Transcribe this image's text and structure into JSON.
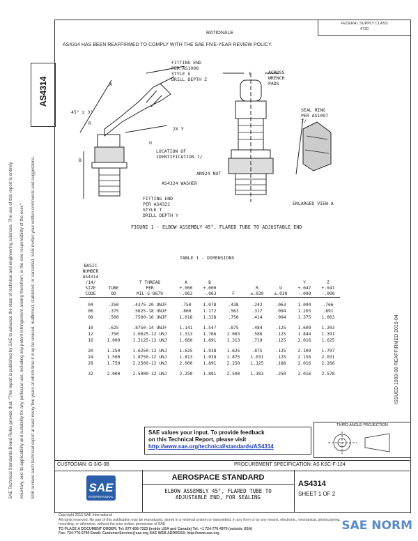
{
  "document": {
    "id": "AS4314",
    "top_note": [
      "FEDERAL SUPPLY CLASS",
      "4730"
    ],
    "rationale_heading": "RATIONALE",
    "rationale_text": "AS4314 HAS BEEN REAFFIRMED TO COMPLY WITH THE SAE FIVE-YEAR REVIEW POLICY.",
    "issue_stamp": "ISSUED 1993-08 REAFFIRMED 2015-04"
  },
  "sidebar": {
    "lines": [
      "SAE Technical Standards Board Rules provide that: \"This report is published by SAE to advance the state of technical and engineering sciences. The use of this report is entirely",
      "voluntary, and its applicability and suitability for any particular use, including any patent infringement arising therefrom, is the sole responsibility of the user.\"",
      "SAE reviews each technical report at least every five years at which time it may be revised, reaffirmed, stabilized, or cancelled. SAE invites your written comments and suggestions."
    ]
  },
  "figure": {
    "caption": "FIGURE 1 - ELBOW ASSEMBLY 45°, FLARED TUBE TO ADJUSTABLE END",
    "labels": {
      "fitting_end_1": [
        "FITTING END",
        "PER AS1098",
        "STYLE G",
        "DRILL DEPTH Z"
      ],
      "dim_a": "A",
      "dim_r": "R",
      "dim_u": "U",
      "dim_b": "B",
      "angle": "45° ± 3°",
      "two_x": "2X Y",
      "location": [
        "LOCATION OF",
        "IDENTIFICATION 7/"
      ],
      "nut": "AN924 NUT",
      "washer": "AS4324 WASHER",
      "fitting_end_2": [
        "FITTING END",
        "PER AS4322",
        "STYLE T",
        "DRILL DEPTH Y"
      ],
      "dim_f": "F",
      "across": [
        "ACROSS",
        "WRENCH",
        "PADS"
      ],
      "seal_ring": [
        "SEAL RING",
        "PER AS1097",
        "7/"
      ],
      "view_a": "ENLARGED VIEW A"
    }
  },
  "table": {
    "title": "TABLE 1 - DIMENSIONS",
    "header": [
      [
        "BASIC",
        "NUMBER",
        "AS4314",
        "/14/",
        "SIZE",
        "CODE"
      ],
      [
        "",
        "",
        "",
        "",
        "TUBE",
        "OD"
      ],
      [
        "",
        "",
        "",
        "T THREAD",
        "PER",
        "MIL-S-8879"
      ],
      [
        "",
        "",
        "",
        "A",
        "+.000",
        "-.063"
      ],
      [
        "",
        "",
        "",
        "B",
        "+.000",
        "-.063"
      ],
      [
        "",
        "",
        "",
        "",
        "",
        "F"
      ],
      [
        "",
        "",
        "",
        "",
        "R",
        "±.030"
      ],
      [
        "",
        "",
        "",
        "",
        "U",
        "±.030"
      ],
      [
        "",
        "",
        "",
        "Y",
        "+.047",
        "-.000"
      ],
      [
        "",
        "",
        "",
        "Z",
        "+.047",
        "-.000"
      ]
    ],
    "rows": [
      [
        "04",
        ".250",
        ".4375-20 UNJF",
        ".750",
        "1.078",
        ".438",
        ".242",
        ".063",
        "1.094",
        ".766"
      ],
      [
        "06",
        ".375",
        ".5625-18 UNJF",
        ".860",
        "1.172",
        ".563",
        ".317",
        ".094",
        "1.203",
        ".891"
      ],
      [
        "08",
        ".500",
        ".7500-16 UNJF",
        "1.016",
        "1.328",
        ".750",
        ".414",
        ".094",
        "1.375",
        "1.063"
      ],
      [
        "10",
        ".625",
        ".8750-14 UNJF",
        "1.141",
        "1.547",
        ".875",
        ".484",
        ".125",
        "1.609",
        "1.203"
      ],
      [
        "12",
        ".750",
        "1.0625-12 UNJ",
        "1.313",
        "1.766",
        "1.063",
        ".586",
        ".125",
        "1.844",
        "1.391"
      ],
      [
        "16",
        "1.000",
        "1.3125-12 UNJ",
        "1.660",
        "1.891",
        "1.313",
        ".719",
        ".125",
        "2.016",
        "1.625"
      ],
      [
        "20",
        "1.250",
        "1.6250-12 UNJ",
        "1.625",
        "1.938",
        "1.625",
        ".875",
        ".125",
        "2.109",
        "1.797"
      ],
      [
        "24",
        "1.500",
        "1.8750-12 UNJ",
        "1.813",
        "1.938",
        "1.875",
        "1.031",
        ".125",
        "2.156",
        "2.031"
      ],
      [
        "28",
        "1.750",
        "2.2500-12 UNJ",
        "2.000",
        "1.891",
        "2.250",
        "1.125",
        ".188",
        "2.016",
        "2.266"
      ],
      [
        "32",
        "2.000",
        "2.5000-12 UNJ",
        "2.250",
        "1.891",
        "2.500",
        "1.383",
        ".250",
        "2.016",
        "2.578"
      ]
    ]
  },
  "feedback": {
    "line1": "SAE values your input. To provide feedback",
    "line2": "on this Technical Report, please visit",
    "link": "http://www.sae.org/technical/standards/AS4314"
  },
  "projection_label": "THIRD ANGLE PROJECTION",
  "bottom_band": {
    "custodian": "CUSTODIAN: G-3/G-3B",
    "procurement": "PROCUREMENT SPECIFICATION: AS KSC-F-124"
  },
  "title_block": {
    "logo_text": "SAE",
    "logo_sub": "INTERNATIONAL",
    "standard": "AEROSPACE STANDARD",
    "title_line1": "ELBOW ASSEMBLY 45°, FLARED TUBE TO",
    "title_line2": "ADJUSTABLE END, FOR SEALING",
    "number": "AS4314",
    "sheet": "SHEET 1 OF 2"
  },
  "footer": {
    "lines": [
      "Copyright 2015 SAE International",
      "All rights reserved. No part of this publication may be reproduced, stored in a retrieval system or transmitted, in any form or by any means, electronic, mechanical, photocopying,",
      "recording, or otherwise, without the prior written permission of SAE.",
      "TO PLACE A DOCUMENT ORDER:   Tel: 877-606-7323 (inside USA and Canada)        Tel: +1 724-776-4970 (outside USA)",
      "Fax: 724-776-0790        Email: CustomerService@sae.org        SAE WEB ADDRESS: http://www.sae.org"
    ],
    "watermark": "SAE NORM"
  }
}
